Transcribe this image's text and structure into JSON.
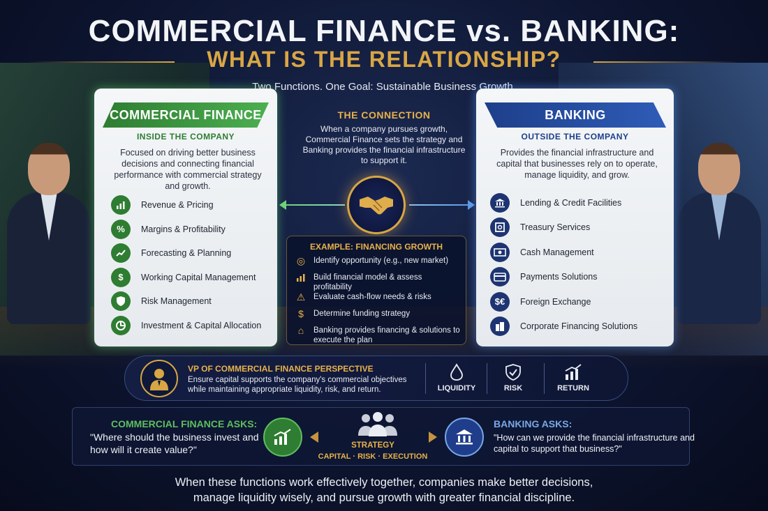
{
  "header": {
    "title_line1": "COMMERCIAL FINANCE vs. BANKING:",
    "title_line2": "WHAT IS THE RELATIONSHIP?",
    "subtitle": "Two Functions. One Goal: Sustainable Business Growth."
  },
  "commercial_finance": {
    "title": "COMMERCIAL FINANCE",
    "subtitle": "INSIDE THE COMPANY",
    "description": "Focused on driving better business decisions and connecting financial performance with commercial strategy and growth.",
    "items": [
      {
        "label": "Revenue & Pricing",
        "icon": "bar-chart-icon"
      },
      {
        "label": "Margins & Profitability",
        "icon": "percent-icon"
      },
      {
        "label": "Forecasting & Planning",
        "icon": "trend-line-icon"
      },
      {
        "label": "Working Capital Management",
        "icon": "dollar-icon"
      },
      {
        "label": "Risk Management",
        "icon": "shield-icon"
      },
      {
        "label": "Investment & Capital Allocation",
        "icon": "pie-chart-icon"
      }
    ]
  },
  "connection": {
    "title": "THE CONNECTION",
    "description": "When a company pursues growth, Commercial Finance sets the strategy and Banking provides the financial infrastructure to support it.",
    "example_title": "EXAMPLE: FINANCING GROWTH",
    "example_steps": [
      {
        "label": "Identify opportunity (e.g., new market)",
        "icon": "target-icon"
      },
      {
        "label": "Build financial model & assess profitability",
        "icon": "bar-chart-icon"
      },
      {
        "label": "Evaluate cash-flow needs & risks",
        "icon": "warning-icon"
      },
      {
        "label": "Determine funding strategy",
        "icon": "dollar-icon"
      },
      {
        "label": "Banking provides financing & solutions to execute the plan",
        "icon": "bank-icon"
      }
    ]
  },
  "banking": {
    "title": "BANKING",
    "subtitle": "OUTSIDE THE COMPANY",
    "description": "Provides the financial infrastructure and capital that businesses rely on to operate, manage liquidity, and grow.",
    "items": [
      {
        "label": "Lending & Credit Facilities",
        "icon": "bank-icon"
      },
      {
        "label": "Treasury Services",
        "icon": "safe-icon"
      },
      {
        "label": "Cash Management",
        "icon": "cash-icon"
      },
      {
        "label": "Payments Solutions",
        "icon": "card-icon"
      },
      {
        "label": "Foreign Exchange",
        "icon": "currency-exchange-icon"
      },
      {
        "label": "Corporate Financing Solutions",
        "icon": "building-icon"
      }
    ]
  },
  "vp": {
    "title": "VP OF COMMERCIAL FINANCE PERSPECTIVE",
    "text": "Ensure capital supports the company's commercial objectives while maintaining appropriate liquidity, risk, and return.",
    "metrics": [
      {
        "label": "LIQUIDITY",
        "icon": "droplet-icon"
      },
      {
        "label": "RISK",
        "icon": "shield-check-icon"
      },
      {
        "label": "RETURN",
        "icon": "bar-chart-up-icon"
      }
    ]
  },
  "asks": {
    "cf_title": "COMMERCIAL FINANCE ASKS:",
    "cf_question": "\"Where should the business invest and how will it create value?\"",
    "strategy": "STRATEGY",
    "strategy_sub": "CAPITAL · RISK · EXECUTION",
    "bk_title": "BANKING ASKS:",
    "bk_question": "\"How can we provide the financial infrastructure and capital to support that business?\""
  },
  "footer": {
    "line1": "When these functions work effectively together, companies make better decisions,",
    "line2": "manage liquidity wisely, and pursue growth with greater financial discipline."
  },
  "colors": {
    "gold": "#d9a645",
    "green": "#2e7d32",
    "blue": "#1e3f8a",
    "navy": "#0d1530"
  }
}
